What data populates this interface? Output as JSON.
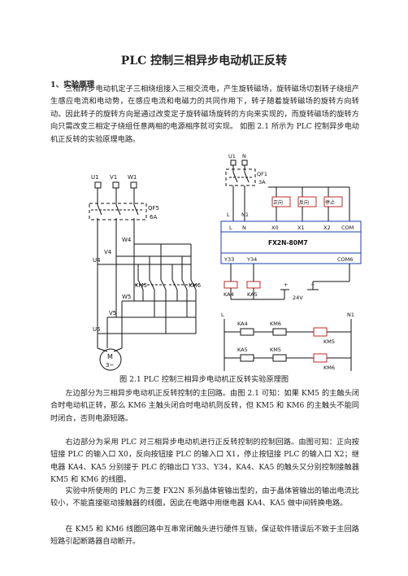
{
  "title": "PLC 控制三相异步电动机正反转",
  "section_heading": "1、实验原理",
  "paragraphs": [
    "三相异步电动机定子三相绕组接入三相交流电，产生旋转磁场，旋转磁场切割转子绕组产生感应电流和电动势，在感应电流和电磁力的共同作用下，转子随着旋转磁场的旋转方向转动。因此转子的旋转方向是通过改变定子旋转磁场旋转的方向来实现的，而旋转磁场的旋转方向只需改变三相定子绕组任意两相的电源相序就可实现。 如图 2.1 所示为 PLC 控制异步电动机正反转的实验原理电路。",
    "左边部分为三相异步电动机正反转控制的主回路。由图 2.1 可知：如果 KM5 的主触头闭合时电动机正转，那么 KM6 主触头闭合时电动机则反转，但 KM5 和 KM6 的主触头不能同时闭合，否则电源短路。",
    "右边部分为采用 PLC 对三相异步电动机进行正反转控制的控制回路。由图可知：正向按钮接 PLC 的输入口 X0，反向按钮接 PLC 的输入口 X1，停止按钮接 PLC 的输入口 X2；继电器 KA4、KA5 分别接于 PLC 的输出口 Y33、Y34，KA4、KA5 的触头又分别控制接触器 KM5 和 KM6 的线圈。",
    "实验中所使用的 PLC 为三菱 FX2N 系列晶体管输出型的，由于晶体管输出的输出电流比较小，不能直接驱动接触器的线圈，因此在电路中用继电器 KA4、KA5 做中间转换电路。",
    "在 KM5 和 KM6 线圈回路中互串常闭触头进行硬件互锁，保证软件错误后不致于主回路短路引起断路器自动断开。"
  ],
  "figure_caption": "图 2.1 PLC 控制三相异步电动机正反转实验原理图",
  "diagram": {
    "left": {
      "phases": [
        "U1",
        "V1",
        "W1"
      ],
      "breaker": "QF5",
      "breaker_rating": "6A",
      "nodes": [
        "W4",
        "V4",
        "U4",
        "W5",
        "V5",
        "U5"
      ],
      "contactors": [
        "KM5",
        "KM6"
      ],
      "motor": [
        "M",
        "3~"
      ]
    },
    "right": {
      "supply": [
        "U1",
        "N"
      ],
      "breaker": "QF1",
      "breaker_rating": "3A",
      "line_labels": [
        "L",
        "N1"
      ],
      "buttons": [
        "正向",
        "反向",
        "停止"
      ],
      "plc_inputs": [
        "L",
        "N",
        "X0",
        "X1",
        "X2",
        "COM"
      ],
      "plc_model": "FX2N-80M7",
      "plc_outputs": [
        "Y33",
        "Y34",
        "COM6"
      ],
      "relays": [
        "KA4",
        "KA5"
      ],
      "dc_supply": [
        "+",
        "−",
        "24V"
      ],
      "ladder": {
        "rails": [
          "L",
          "N1"
        ],
        "contacts": [
          "KA4",
          "KM6",
          "KA5",
          "KM5"
        ],
        "coils": [
          "KM5",
          "KM6"
        ]
      }
    }
  },
  "colors": {
    "line": "#111111",
    "blue": "#1a3fb0",
    "red": "#c0282b"
  }
}
